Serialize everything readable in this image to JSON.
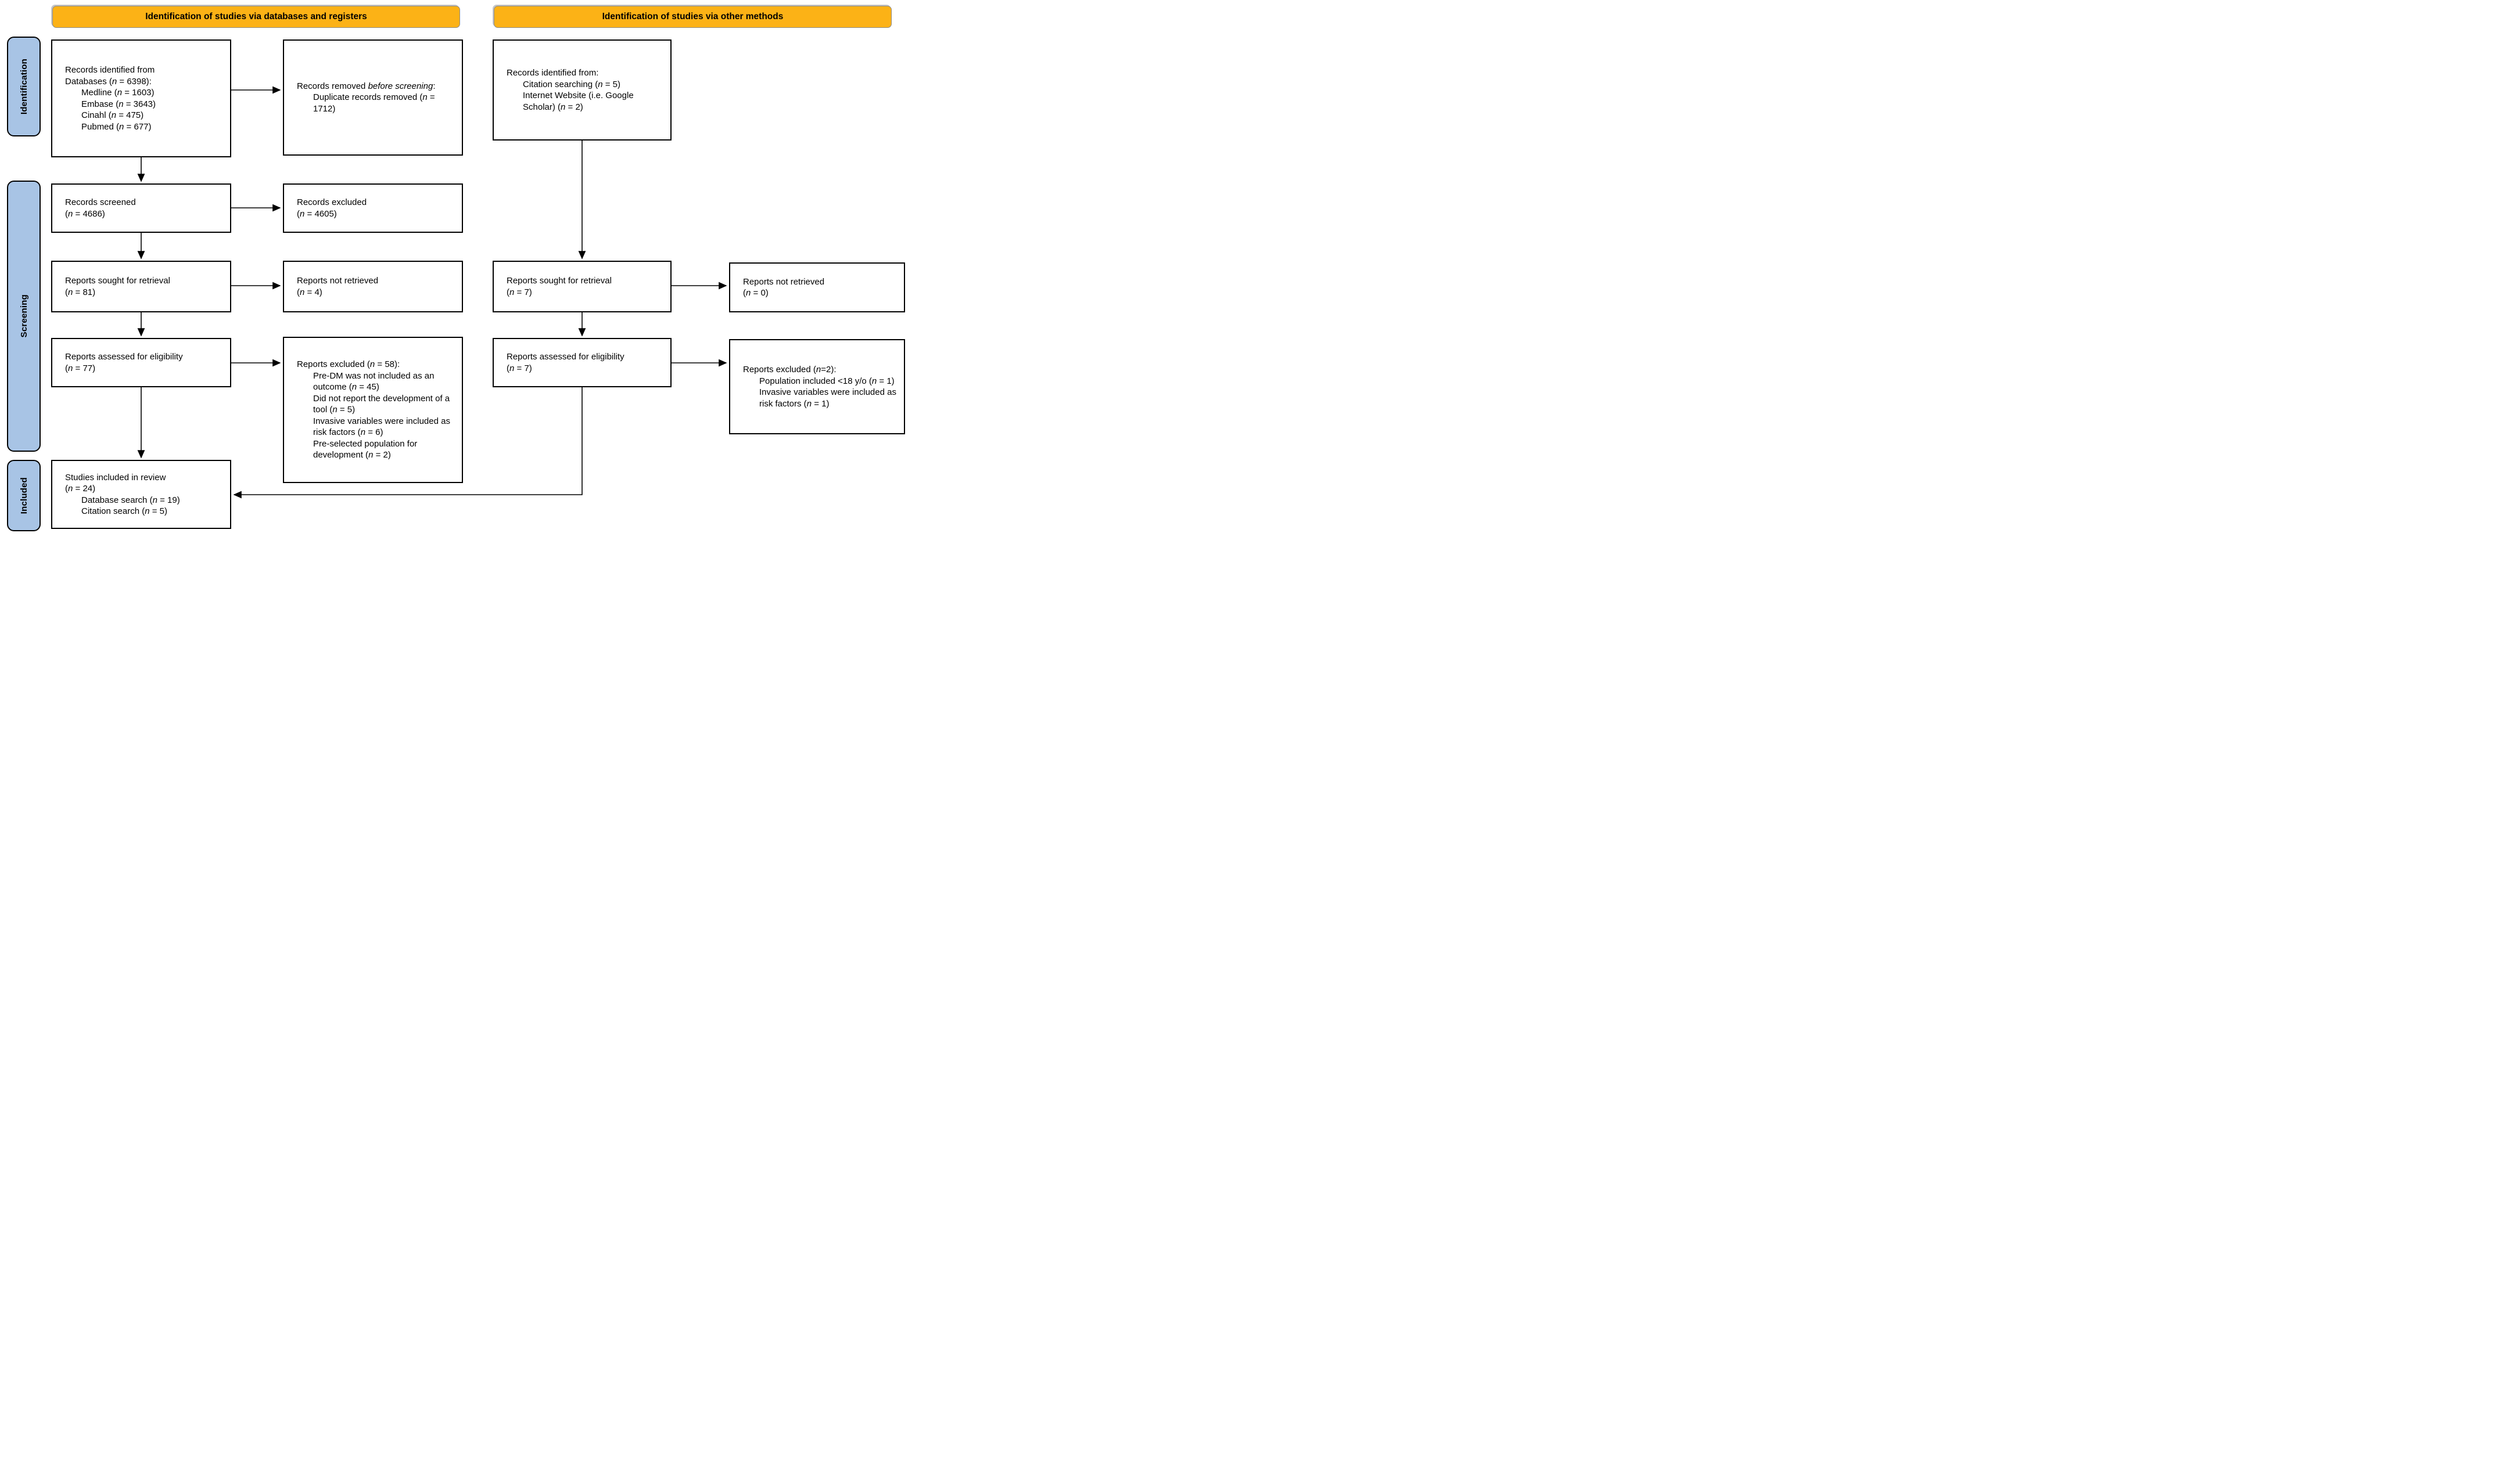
{
  "colors": {
    "banner_bg": "#FCB216",
    "sidebar_bg": "#A8C4E5",
    "box_border": "#000000"
  },
  "banners": {
    "databases": "Identification of studies via databases and registers",
    "other": "Identification of studies via other methods"
  },
  "sidebar": {
    "identification": "Identification",
    "screening": "Screening",
    "included": "Included"
  },
  "boxes": {
    "db_identified": {
      "lines": [
        {
          "text": "Records identified from",
          "indent": 0
        },
        {
          "text": "Databases (*n* = 6398):",
          "indent": 0
        },
        {
          "text": "Medline (*n* = 1603)",
          "indent": 1
        },
        {
          "text": "Embase (*n* = 3643)",
          "indent": 1
        },
        {
          "text": "Cinahl (*n* = 475)",
          "indent": 1
        },
        {
          "text": "Pubmed (*n* = 677)",
          "indent": 1
        }
      ]
    },
    "records_removed": {
      "lines": [
        {
          "text": "Records removed *before screening*:",
          "indent": 0
        },
        {
          "text": "Duplicate records removed (*n* = 1712)",
          "indent": 1
        }
      ]
    },
    "other_identified": {
      "lines": [
        {
          "text": "Records identified from:",
          "indent": 0
        },
        {
          "text": "Citation searching (*n* = 5)",
          "indent": 1
        },
        {
          "text": "Internet Website (i.e. Google Scholar) (*n* = 2)",
          "indent": 1
        }
      ]
    },
    "records_screened": {
      "lines": [
        {
          "text": "Records screened",
          "indent": 0
        },
        {
          "text": "(*n* = 4686)",
          "indent": 0
        }
      ]
    },
    "records_excluded": {
      "lines": [
        {
          "text": "Records excluded",
          "indent": 0
        },
        {
          "text": "(*n* = 4605)",
          "indent": 0
        }
      ]
    },
    "reports_sought_db": {
      "lines": [
        {
          "text": "Reports sought for retrieval",
          "indent": 0
        },
        {
          "text": "(*n* = 81)",
          "indent": 0
        }
      ]
    },
    "reports_not_retrieved_db": {
      "lines": [
        {
          "text": "Reports not retrieved",
          "indent": 0
        },
        {
          "text": "(*n* = 4)",
          "indent": 0
        }
      ]
    },
    "reports_assessed_db": {
      "lines": [
        {
          "text": "Reports assessed for eligibility",
          "indent": 0
        },
        {
          "text": "(*n* = 77)",
          "indent": 0
        }
      ]
    },
    "reports_excluded_db": {
      "lines": [
        {
          "text": "Reports excluded (*n* = 58):",
          "indent": 0
        },
        {
          "text": "Pre-DM was not included as an outcome (*n* = 45)",
          "indent": 1
        },
        {
          "text": "Did not report the development of a tool (*n* = 5)",
          "indent": 1
        },
        {
          "text": "Invasive variables were included as risk factors (*n* = 6)",
          "indent": 1
        },
        {
          "text": "Pre-selected population for development (*n* = 2)",
          "indent": 1
        }
      ]
    },
    "reports_sought_other": {
      "lines": [
        {
          "text": "Reports sought for retrieval",
          "indent": 0
        },
        {
          "text": "(*n* = 7)",
          "indent": 0
        }
      ]
    },
    "reports_not_retrieved_other": {
      "lines": [
        {
          "text": "Reports not retrieved",
          "indent": 0
        },
        {
          "text": "(*n* = 0)",
          "indent": 0
        }
      ]
    },
    "reports_assessed_other": {
      "lines": [
        {
          "text": "Reports assessed for eligibility",
          "indent": 0
        },
        {
          "text": "(*n* = 7)",
          "indent": 0
        }
      ]
    },
    "reports_excluded_other": {
      "lines": [
        {
          "text": "Reports excluded (*n*=2):",
          "indent": 0
        },
        {
          "text": "Population included <18 y/o (*n* = 1)",
          "indent": 1
        },
        {
          "text": "Invasive variables were included as risk factors (*n* = 1)",
          "indent": 1
        }
      ]
    },
    "studies_included": {
      "lines": [
        {
          "text": "Studies included in review",
          "indent": 0
        },
        {
          "text": "(*n* = 24)",
          "indent": 0
        },
        {
          "text": "Database search (*n* = 19)",
          "indent": 1
        },
        {
          "text": "Citation search (*n* = 5)",
          "indent": 1
        }
      ]
    }
  }
}
